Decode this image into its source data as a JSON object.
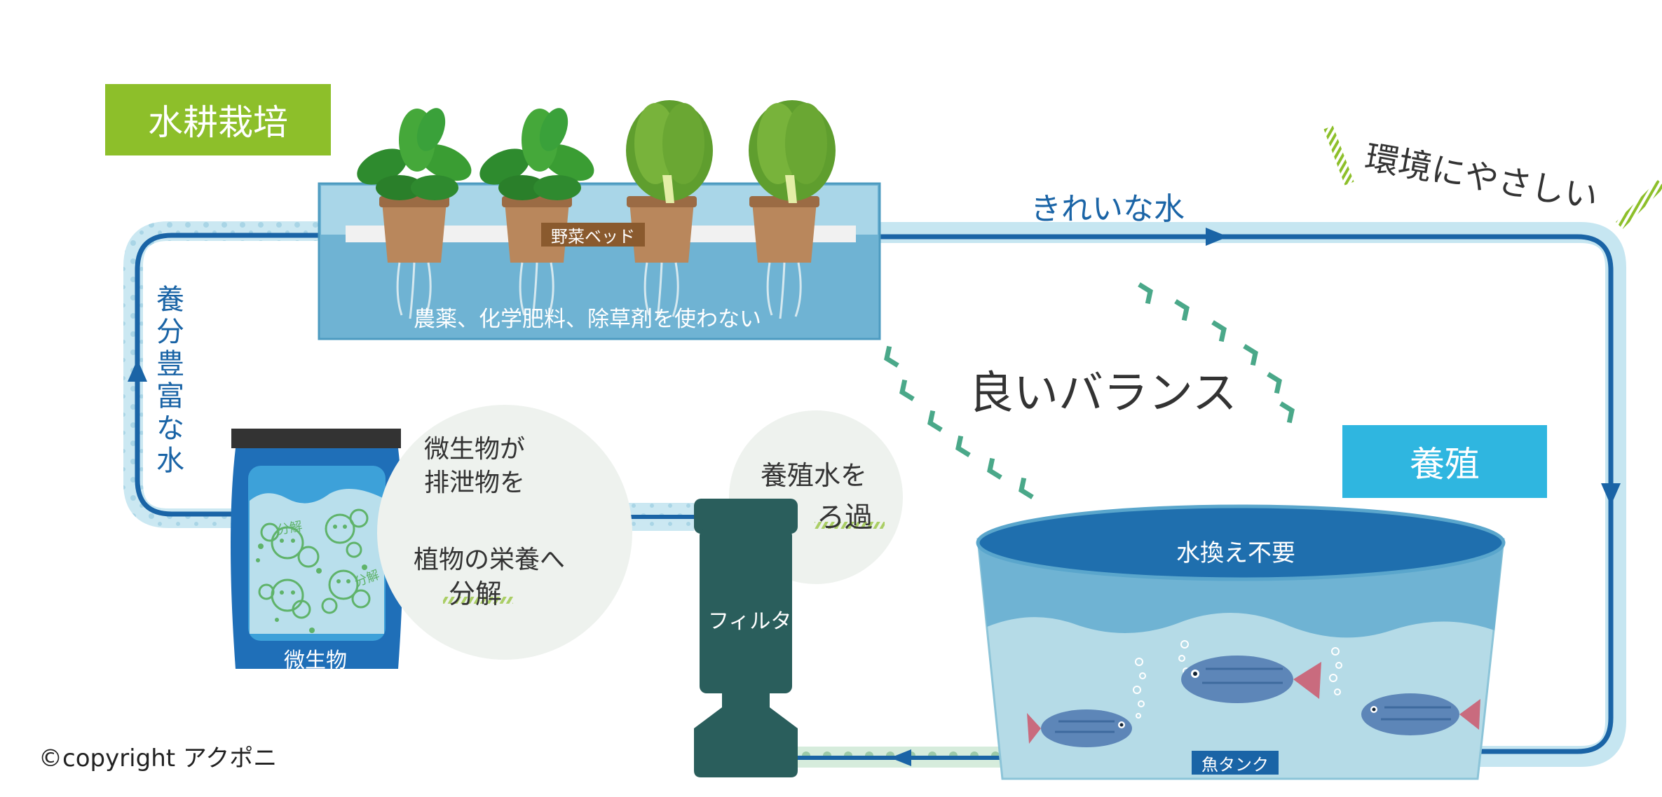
{
  "title_hydroponics": "水耕栽培",
  "title_aquaculture": "養殖",
  "vegetable_bed_label": "野菜ベッド",
  "no_chemicals_text": "農薬、化学肥料、除草剤を使わない",
  "clean_water_label": "きれいな水",
  "eco_friendly_text": "環境にやさしい",
  "good_balance_text": "良いバランス",
  "nutrient_rich_water_label": "養分豊富な水",
  "microbe_text_1": "微生物が",
  "microbe_text_2": "排泄物を",
  "microbe_text_3": "植物の栄養へ",
  "microbe_text_4": "分解",
  "filter_text_1": "養殖水を",
  "filter_text_2": "ろ過",
  "filter_label": "フィルタ",
  "no_water_change_text": "水換え不要",
  "fish_tank_label": "魚タンク",
  "microbe_container_label": "微生物",
  "decompose_small_1": "分解",
  "decompose_small_2": "分解",
  "copyright_text": "©copyright アクポニ",
  "colors": {
    "green_accent": "#8dbf2a",
    "aqua_accent": "#2fb6e0",
    "pipe_dark": "#1a64a6",
    "pipe_light": "#bfe3ef",
    "filter_body": "#2a5e5c",
    "balance_marks": "#4aa889"
  }
}
